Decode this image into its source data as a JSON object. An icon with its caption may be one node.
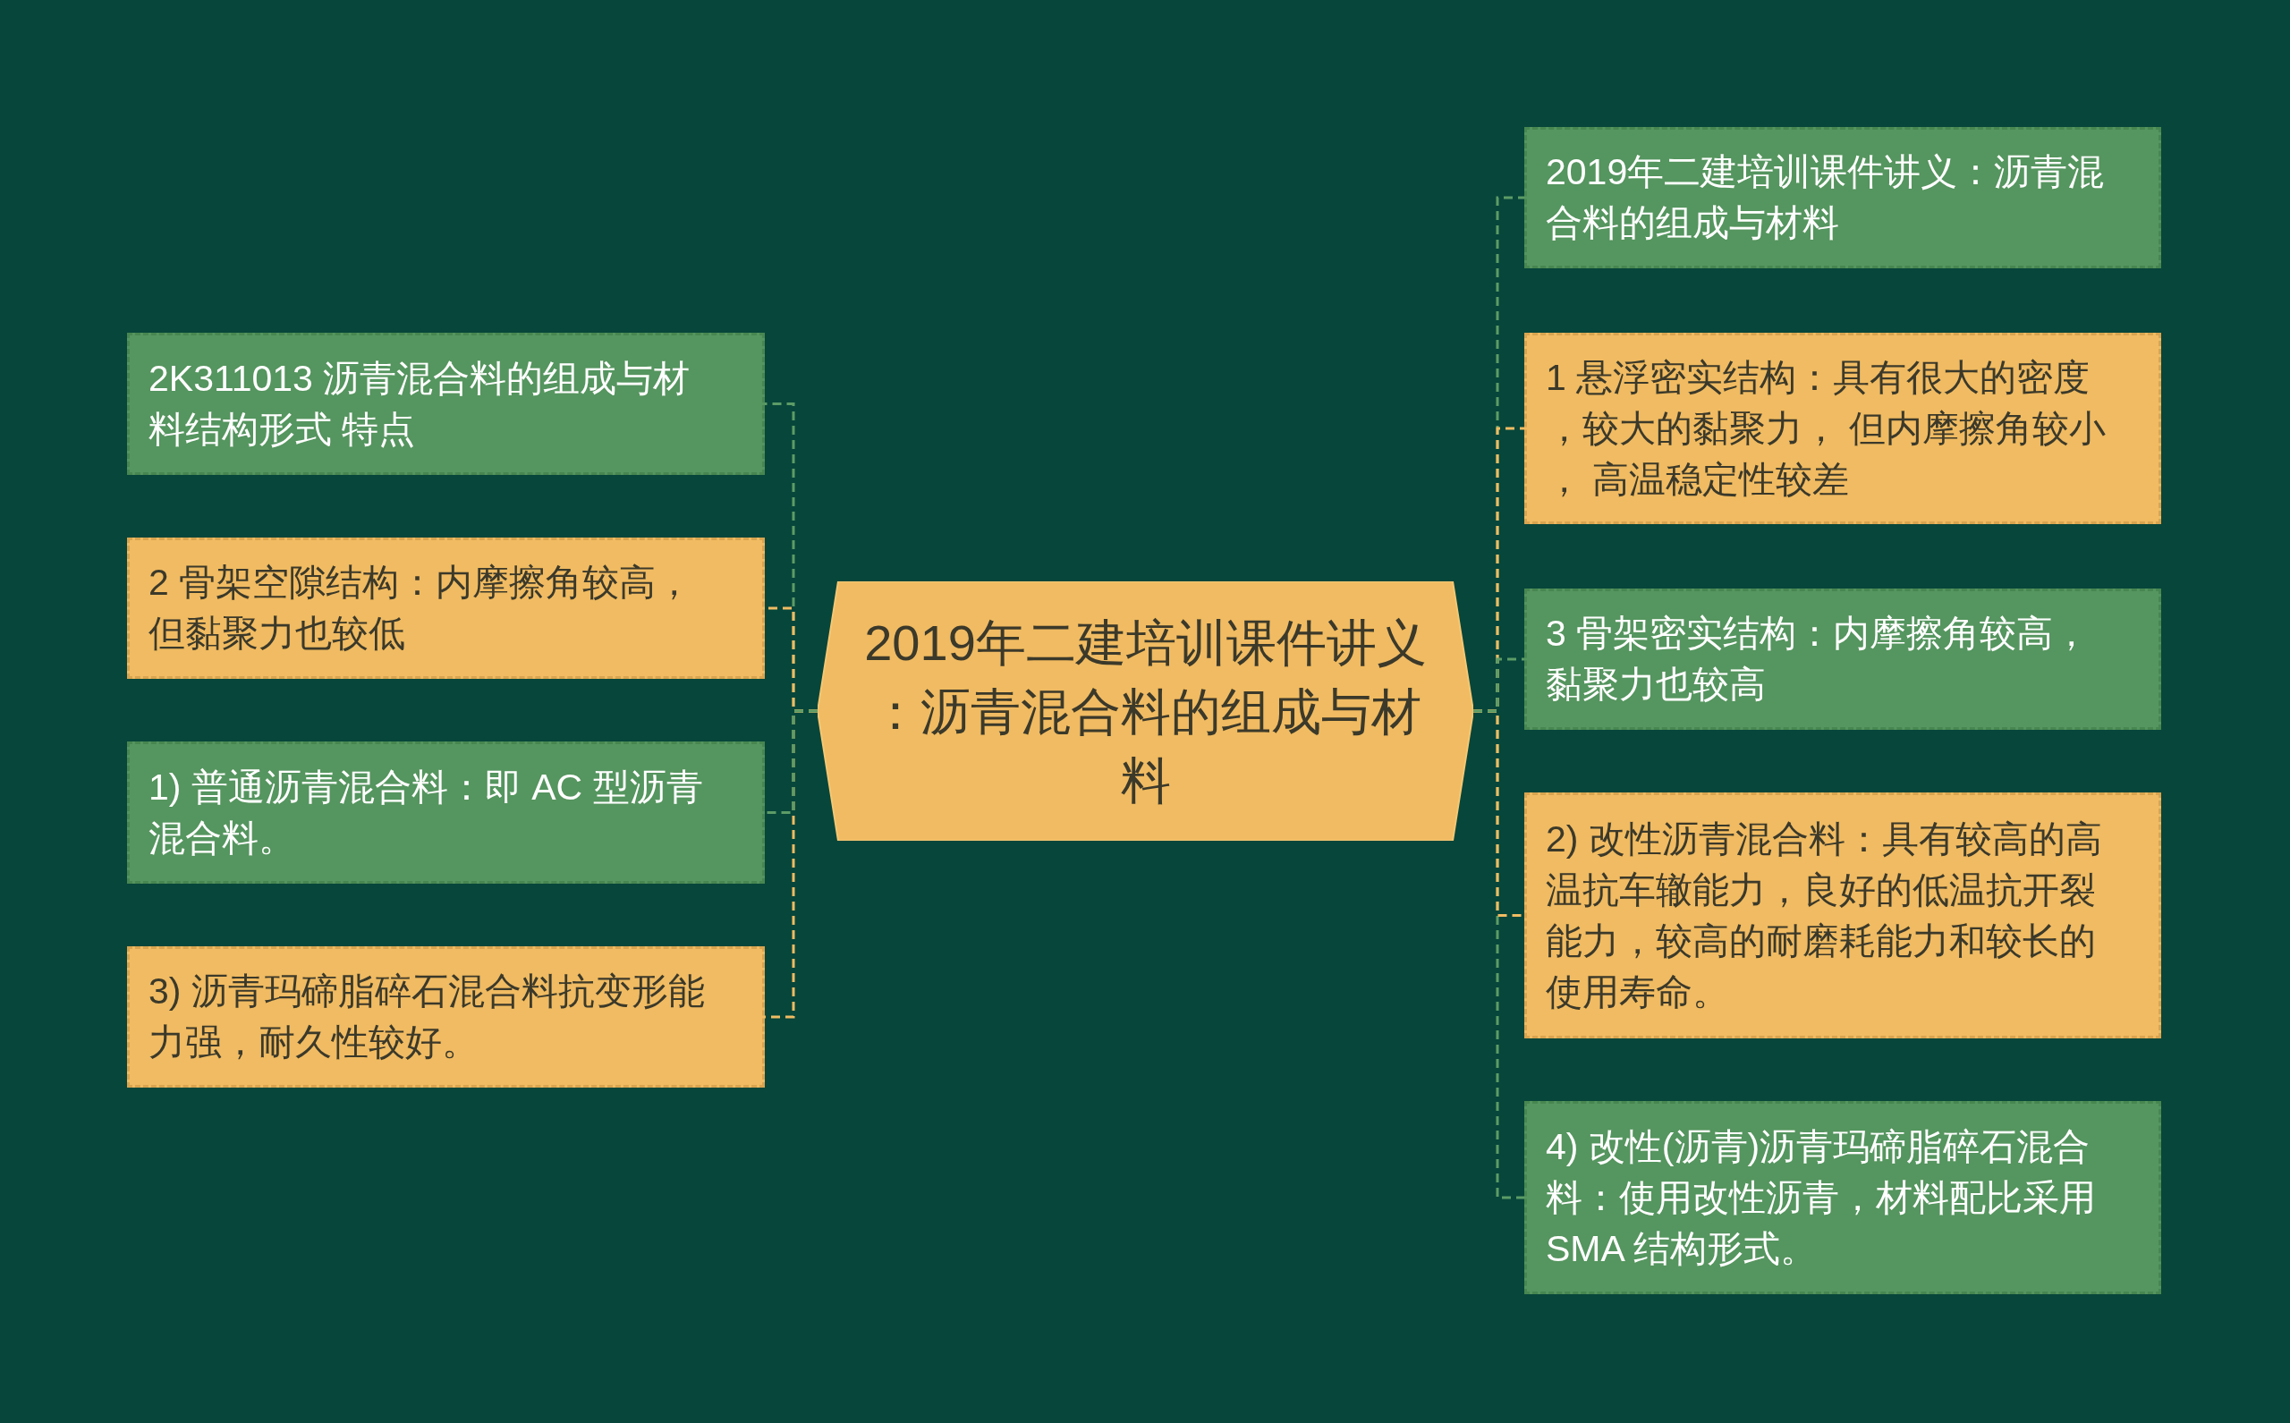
{
  "diagram": {
    "nodes": [
      {
        "text": [
          "2019年二建培训课件讲义：沥青混合料的组成与材料"
        ]
      },
      {
        "text": [
          "2K311013 沥青混合料的组成与材料结构形式 特点"
        ]
      },
      {
        "text": [
          "2 骨架空隙结构：内摩擦角较高，但黏聚力也较低"
        ]
      },
      {
        "text": [
          "1) 普通沥青混合料：即 AC 型沥青混合料。"
        ]
      },
      {
        "text": [
          "3) 沥青玛碲脂碎石混合料抗变形能力强，耐久性较好。"
        ]
      },
      {
        "text": [
          "2019年二建培训课件讲义：沥青混合料的组成与材料"
        ]
      },
      {
        "text": [
          "1 悬浮密实结构：具有很大的密度，较大的黏聚力， 但内摩擦角较小， 高温稳定性较差"
        ]
      },
      {
        "text": [
          "3 骨架密实结构：内摩擦角较高，黏聚力也较高"
        ]
      },
      {
        "text": [
          "2) 改性沥青混合料：具有较高的高温抗车辙能力，良好的低温抗开裂能力，较高的耐磨耗能力和较长的使用寿命。"
        ]
      },
      {
        "text": [
          "4) 改性(沥青)沥青玛碲脂碎石混合料：使用改性沥青，材料配比采用 SMA 结构形式。"
        ]
      }
    ],
    "edges": [
      {
        "from": 0,
        "to": 1,
        "arrow": "none",
        "style": "dashed"
      },
      {
        "from": 0,
        "to": 2,
        "arrow": "none",
        "style": "dashed",
        "color": "#f0bb62"
      },
      {
        "from": 0,
        "to": 3,
        "arrow": "none",
        "style": "dashed"
      },
      {
        "from": 0,
        "to": 4,
        "arrow": "none",
        "style": "dashed",
        "color": "#f0bb62"
      },
      {
        "from": 0,
        "to": 5,
        "arrow": "none",
        "style": "dashed"
      },
      {
        "from": 0,
        "to": 6,
        "arrow": "none",
        "style": "dashed",
        "color": "#f0bb62"
      },
      {
        "from": 0,
        "to": 7,
        "arrow": "none",
        "style": "dashed"
      },
      {
        "from": 0,
        "to": 8,
        "arrow": "none",
        "style": "dashed",
        "color": "#f0bb62"
      },
      {
        "from": 0,
        "to": 9,
        "arrow": "none",
        "style": "dashed"
      }
    ]
  }
}
